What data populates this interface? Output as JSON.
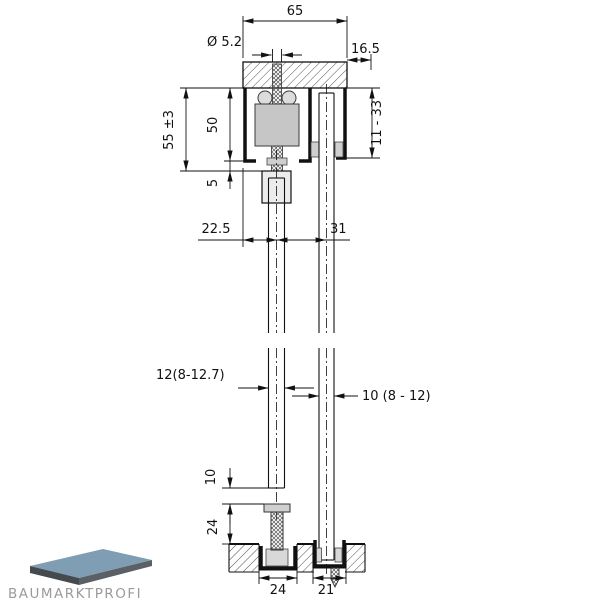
{
  "drawing": {
    "dims": {
      "track_width": "65",
      "hole_diameter": "Ø 5.2",
      "wall_offset": "16.5",
      "system_height": "55 ±3",
      "track_height": "50",
      "glass_inset": "5",
      "ceiling_clearance": "11 - 33",
      "door_axis": "22.5",
      "panel_axis_distance": "31",
      "door_glass_thickness": "12(8-12.7)",
      "fixed_glass_thickness": "10 (8 - 12)",
      "floor_clearance": "10",
      "floor_guide_depth": "24",
      "floor_recess_width": "24",
      "floor_channel_width": "21"
    },
    "colors": {
      "line": "#111111",
      "carriage_gray": "#c6c6c6",
      "clamp_gray": "#ececec",
      "logo_roof_blue": "#7f9eb4",
      "logo_roof_dark": "#454a4f",
      "logo_text_gray": "#9b9b9b"
    }
  },
  "logo": {
    "text": "BAUMARKTPROFI"
  }
}
